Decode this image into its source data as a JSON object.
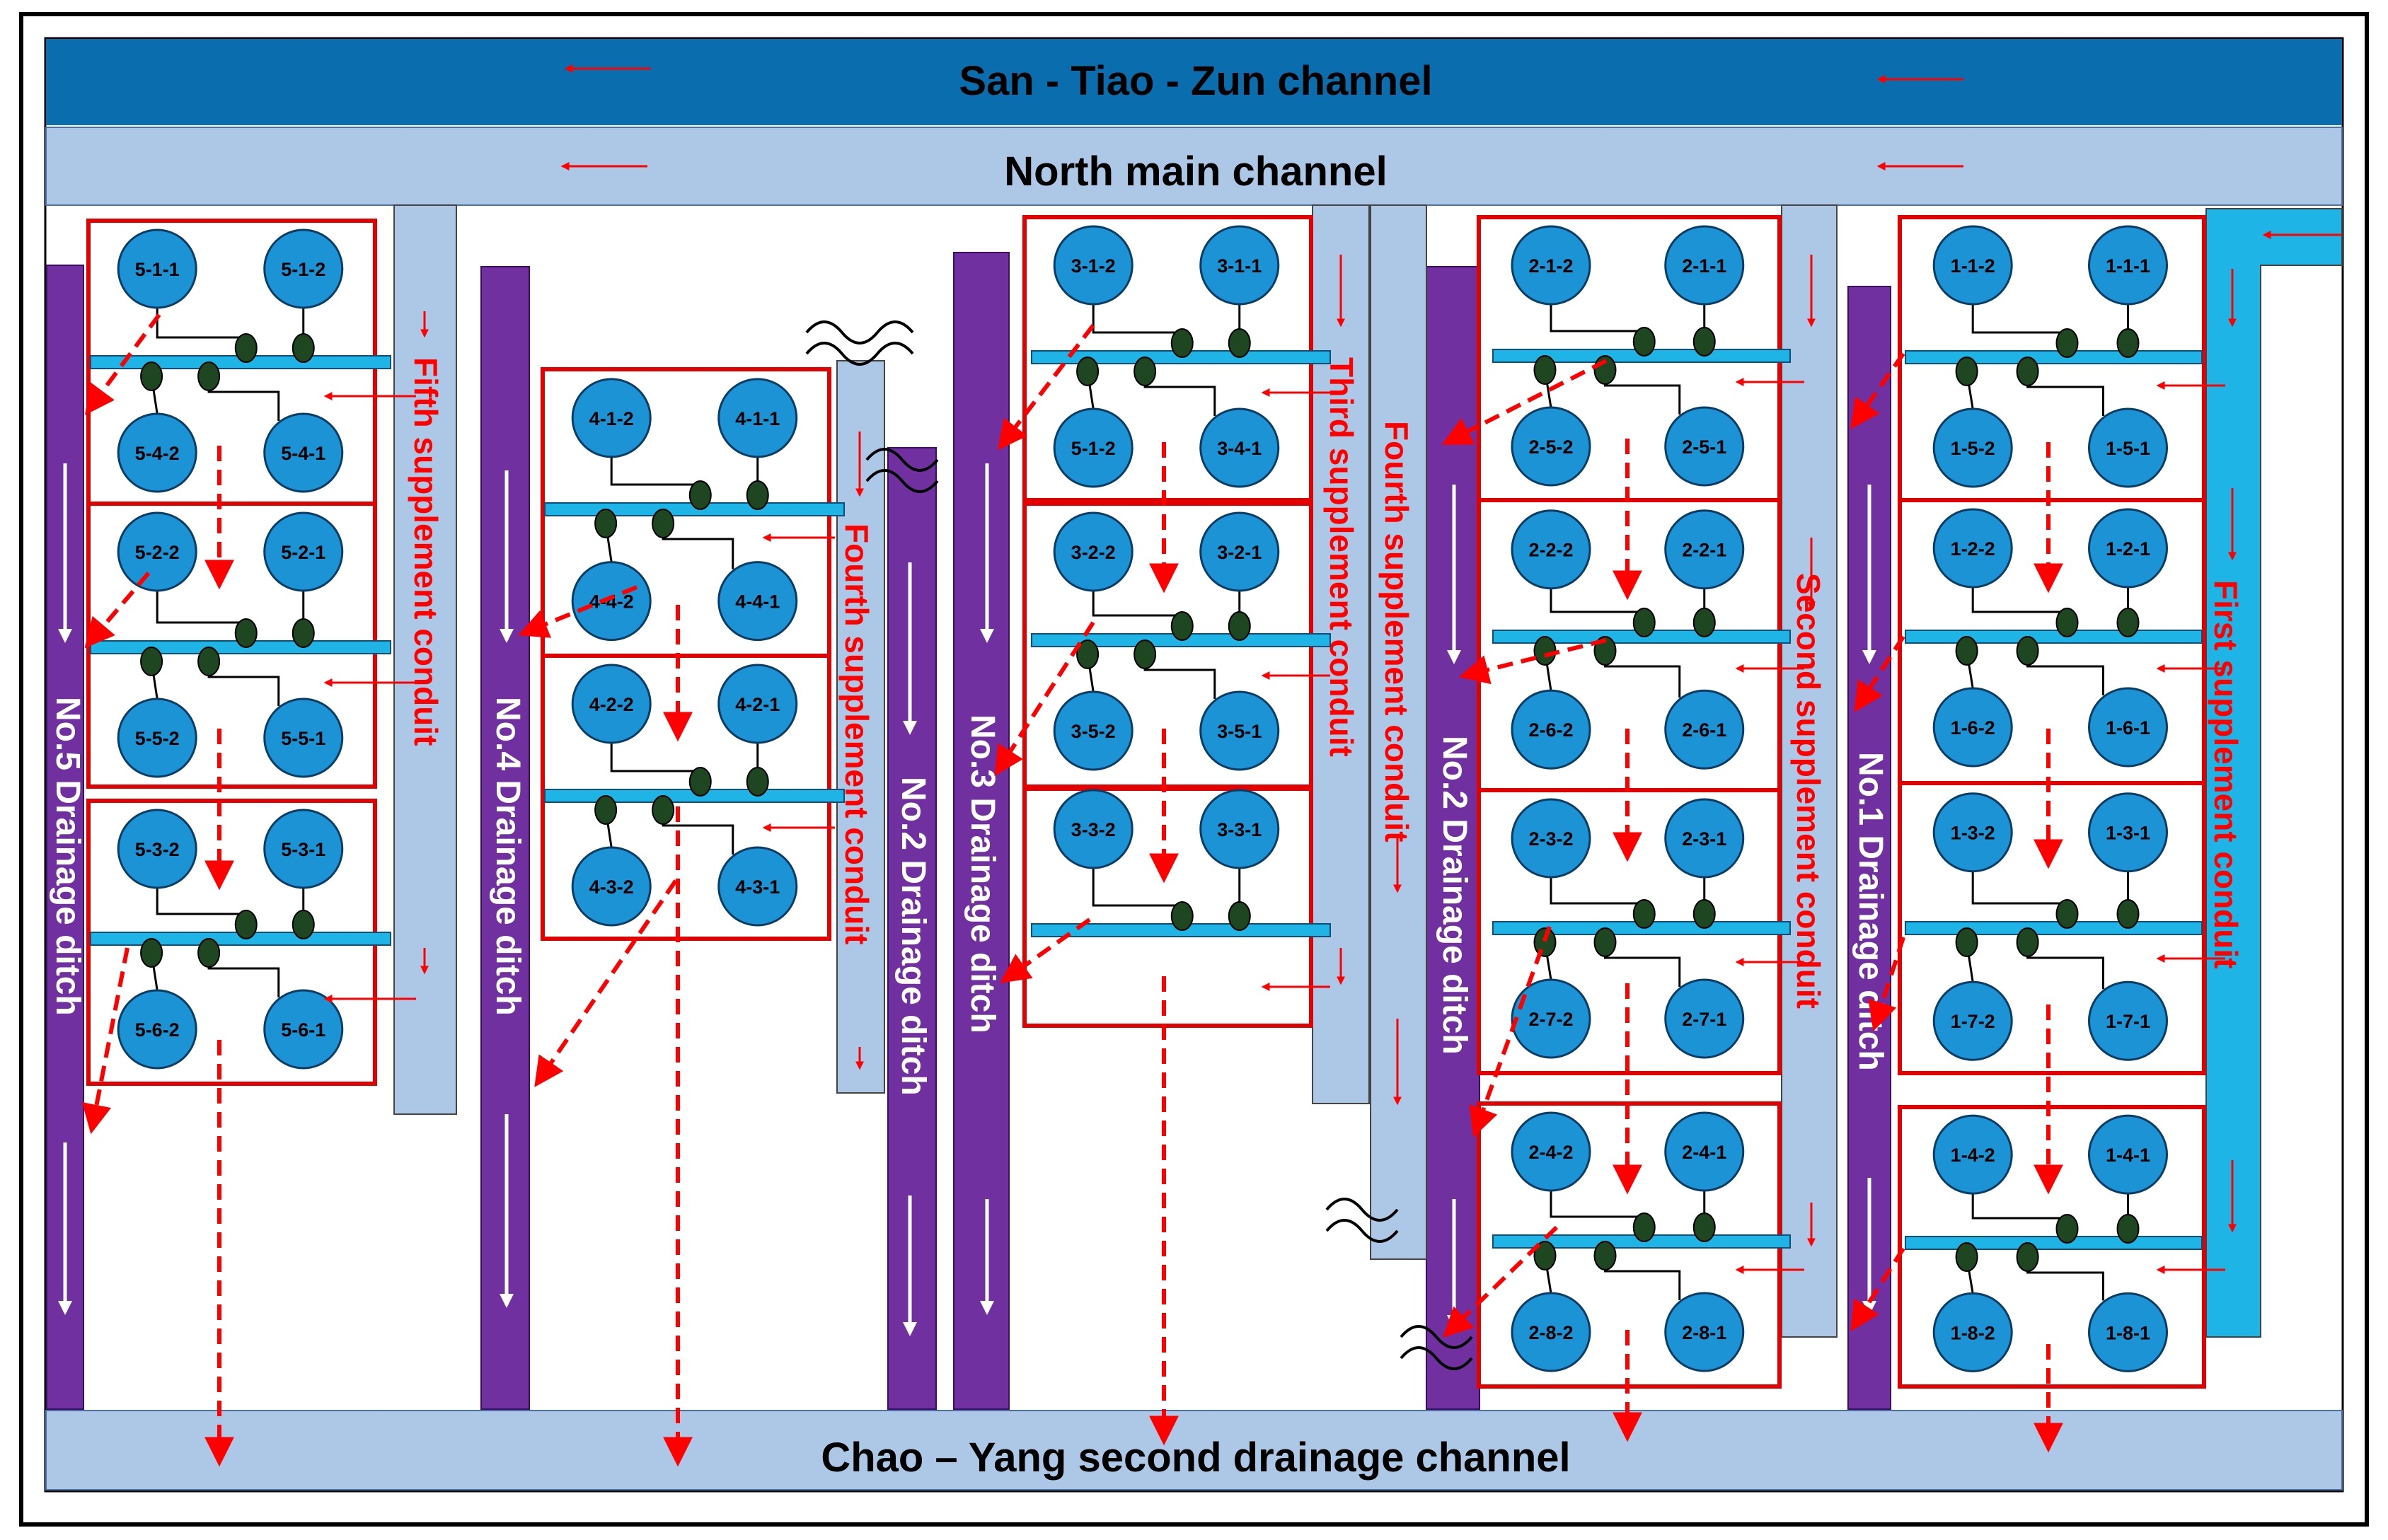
{
  "channels": {
    "top": "San - Tiao - Zun channel",
    "north": "North main channel",
    "bottom": "Chao – Yang second drainage channel"
  },
  "ditches": {
    "d5": "No.5 Drainage ditch",
    "d4": "No.4 Drainage ditch",
    "d2a": "No.2 Drainage ditch",
    "d3": "No.3 Drainage ditch",
    "d2": "No.2 Drainage ditch",
    "d1": "No.1 Drainage ditch"
  },
  "conduits": {
    "c5": "Fifth supplement conduit",
    "c4a": "Fourth supplement conduit",
    "c3": "Third supplement conduit",
    "c4b": "Fourth supplement conduit",
    "c2": "Second supplement conduit",
    "c1": "First supplement conduit"
  },
  "colors": {
    "top_channel": "#0a6eae",
    "light_channel": "#adc8e6",
    "ditch": "#7030a0",
    "pipe": "#1fb4e6",
    "node": "#1c93d4",
    "valve": "#1e4620",
    "arrow": "#ff0000",
    "frame": "#e30000"
  },
  "blocks": [
    {
      "id": "5a",
      "n": [
        "5-1-1",
        "5-1-2",
        "5-4-2",
        "5-4-1"
      ]
    },
    {
      "id": "5b",
      "n": [
        "5-2-2",
        "5-2-1",
        "5-5-2",
        "5-5-1"
      ]
    },
    {
      "id": "5c",
      "n": [
        "5-3-2",
        "5-3-1",
        "5-6-2",
        "5-6-1"
      ]
    },
    {
      "id": "4a",
      "n": [
        "4-1-2",
        "4-1-1",
        "4-4-2",
        "4-4-1"
      ]
    },
    {
      "id": "4b",
      "n": [
        "4-2-2",
        "4-2-1",
        "4-3-2",
        "4-3-1"
      ]
    },
    {
      "id": "3a",
      "n": [
        "3-1-2",
        "3-1-1",
        "5-1-2",
        "3-4-1"
      ]
    },
    {
      "id": "3b",
      "n": [
        "3-2-2",
        "3-2-1",
        "3-5-2",
        "3-5-1"
      ]
    },
    {
      "id": "3c",
      "n": [
        "3-3-2",
        "3-3-1"
      ]
    },
    {
      "id": "2a",
      "n": [
        "2-1-2",
        "2-1-1",
        "2-5-2",
        "2-5-1"
      ]
    },
    {
      "id": "2b",
      "n": [
        "2-2-2",
        "2-2-1",
        "2-6-2",
        "2-6-1"
      ]
    },
    {
      "id": "2c",
      "n": [
        "2-3-2",
        "2-3-1",
        "2-7-2",
        "2-7-1"
      ]
    },
    {
      "id": "2d",
      "n": [
        "2-4-2",
        "2-4-1",
        "2-8-2",
        "2-8-1"
      ]
    },
    {
      "id": "1a",
      "n": [
        "1-1-2",
        "1-1-1",
        "1-5-2",
        "1-5-1"
      ]
    },
    {
      "id": "1b",
      "n": [
        "1-2-2",
        "1-2-1",
        "1-6-2",
        "1-6-1"
      ]
    },
    {
      "id": "1c",
      "n": [
        "1-3-2",
        "1-3-1",
        "1-7-2",
        "1-7-1"
      ]
    },
    {
      "id": "1d",
      "n": [
        "1-4-2",
        "1-4-1",
        "1-8-2",
        "1-8-1"
      ]
    }
  ]
}
